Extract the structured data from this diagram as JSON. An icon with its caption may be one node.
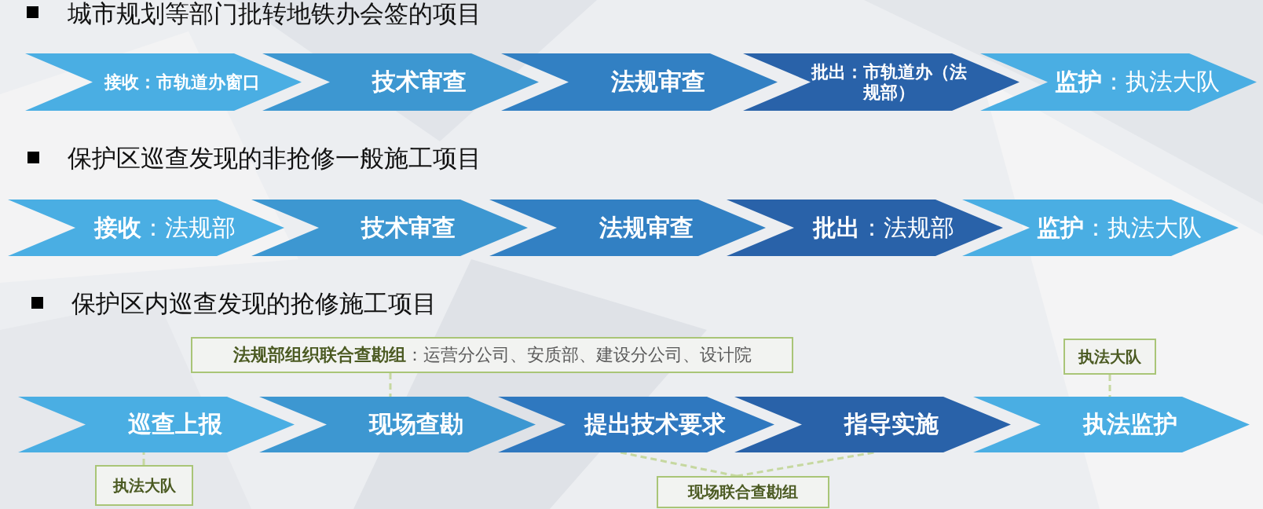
{
  "diagram": {
    "nodes": [
      {
        "text": [
          "接收：市轨道办窗口"
        ]
      },
      {
        "text": [
          "技术审查"
        ]
      },
      {
        "text": [
          "法规审查"
        ]
      },
      {
        "text": [
          "批出：市轨道办（法规部）"
        ]
      },
      {
        "text": [
          "**监护**：执法大队"
        ]
      },
      {
        "text": [
          "**接收**：法规部"
        ]
      },
      {
        "text": [
          "技术审查"
        ]
      },
      {
        "text": [
          "法规审查"
        ]
      },
      {
        "text": [
          "**批出**：法规部"
        ]
      },
      {
        "text": [
          "**监护**：执法大队"
        ]
      },
      {
        "text": [
          "**法规部组织联合查勘组**：运营分公司、安质部、建设分公司、设计院"
        ]
      },
      {
        "text": [
          "执法大队"
        ]
      },
      {
        "text": [
          "巡查上报"
        ]
      },
      {
        "text": [
          "现场查勘"
        ]
      },
      {
        "text": [
          "提出技术要求"
        ]
      },
      {
        "text": [
          "指导实施"
        ]
      },
      {
        "text": [
          "执法监护"
        ]
      },
      {
        "text": [
          "执法大队"
        ]
      },
      {
        "text": [
          "现场联合查勘组"
        ]
      }
    ],
    "edges": [
      {
        "from": 10,
        "to": 13,
        "arrow": "none",
        "style": "dashed"
      },
      {
        "from": 11,
        "to": 16,
        "arrow": "none",
        "style": "dashed"
      },
      {
        "from": 17,
        "to": 12,
        "arrow": "none",
        "style": "dashed"
      },
      {
        "from": 18,
        "to": 14,
        "arrow": "none",
        "style": "dashed"
      },
      {
        "from": 18,
        "to": 15,
        "arrow": "none",
        "style": "dashed"
      }
    ],
    "labels": [
      "城市规划等部门批转地铁办会签的项目",
      "保护区巡查发现的非抢修一般施工项目",
      "保护区内巡查发现的抢修施工项目"
    ]
  }
}
